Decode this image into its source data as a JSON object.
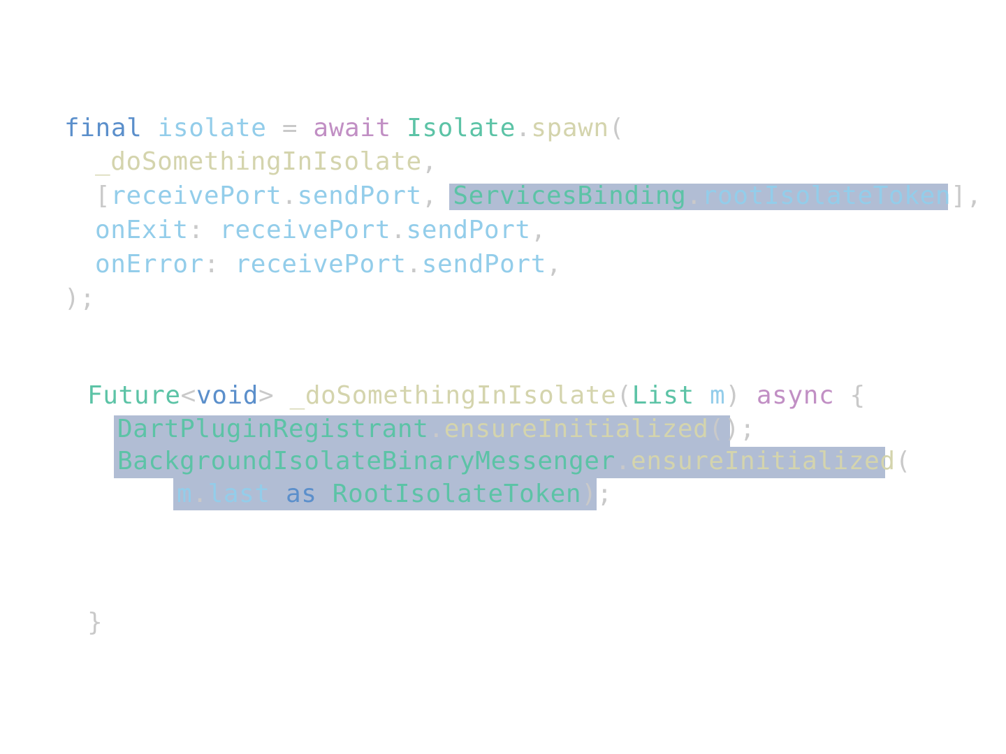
{
  "colors": {
    "background": "#ffffff",
    "selection": "#b1bdd4",
    "keyword": "#5b8fcb",
    "variable": "#93cdea",
    "punctuation": "#c9c9c9",
    "await_async": "#c18fc4",
    "type": "#5cc3a6",
    "function": "#d4d4ad"
  },
  "code": {
    "l1": [
      "final",
      " ",
      "isolate",
      " ",
      "=",
      " ",
      "await",
      " ",
      "Isolate",
      ".",
      "spawn",
      "("
    ],
    "l2": [
      "_doSomethingInIsolate",
      ","
    ],
    "l3": [
      "[",
      "receivePort",
      ".",
      "sendPort",
      ", ",
      "ServicesBinding",
      ".",
      "rootIsolateToken",
      "],"
    ],
    "l4": [
      "onExit",
      ": ",
      "receivePort",
      ".",
      "sendPort",
      ","
    ],
    "l5": [
      "onError",
      ": ",
      "receivePort",
      ".",
      "sendPort",
      ","
    ],
    "l6": [
      ");"
    ],
    "l7": [
      "Future",
      "<",
      "void",
      ">",
      " ",
      "_doSomethingInIsolate",
      "(",
      "List",
      " ",
      "m",
      ")",
      " ",
      "async",
      " ",
      "{"
    ],
    "l8": [
      "DartPluginRegistrant",
      ".",
      "ensureInitialized",
      "();"
    ],
    "l9": [
      "BackgroundIsolateBinaryMessenger",
      ".",
      "ensureInitialized",
      "("
    ],
    "l10": [
      "m",
      ".",
      "last",
      " ",
      "as",
      " ",
      "RootIsolateToken",
      ");"
    ],
    "l11": [
      "}"
    ]
  }
}
